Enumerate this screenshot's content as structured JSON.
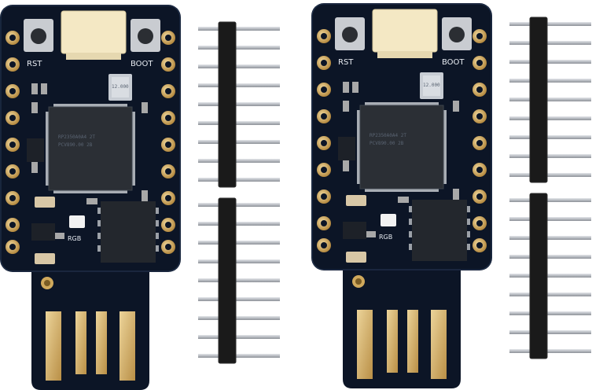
{
  "boards": [
    {
      "rst_label": "RST",
      "boot_label": "BOOT",
      "mcu_line1": "RP2350A0A4 2T",
      "mcu_line2": "PCV890.00  2B",
      "rgb_label": "RGB",
      "crystal_label": "12.000"
    },
    {
      "rst_label": "RST",
      "boot_label": "BOOT",
      "mcu_line1": "RP2350A0A4 2T",
      "mcu_line2": "PCV890.00  2B",
      "rgb_label": "RGB",
      "crystal_label": "12.000"
    }
  ],
  "colors": {
    "pcb": "#0c1526",
    "pad_gold": "#d6b26a",
    "header_black": "#1a1a1a",
    "pin_silver": "#b8bcc2",
    "connector_cream": "#f4e8c4",
    "background": "#ffffff"
  }
}
